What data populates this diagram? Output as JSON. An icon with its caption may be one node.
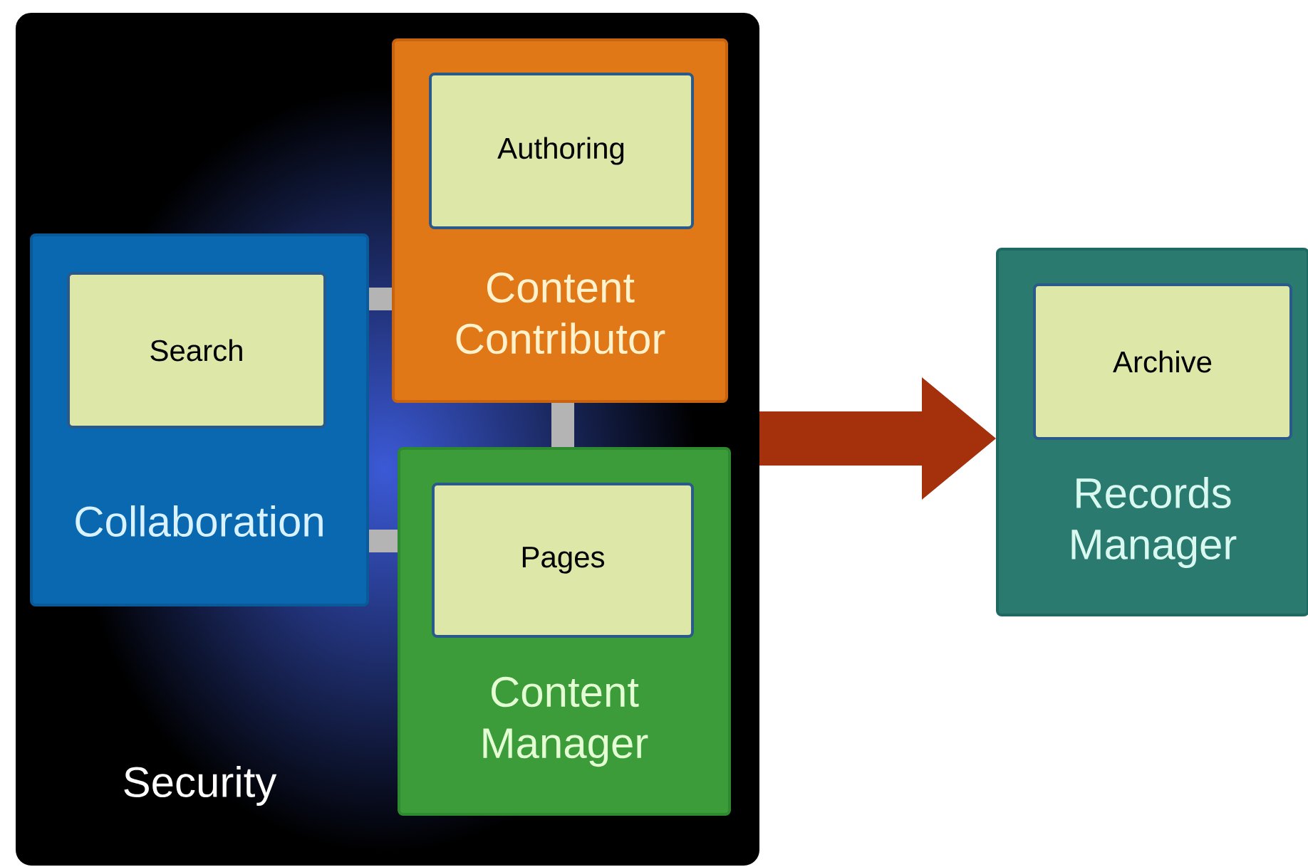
{
  "diagram": {
    "nodes": [
      {
        "text": [
          "Security"
        ]
      },
      {
        "text": [
          "Collaboration"
        ],
        "in": 0
      },
      {
        "text": [
          "Search"
        ],
        "in": 1
      },
      {
        "text": [
          "Content Contributor"
        ],
        "in": 0
      },
      {
        "text": [
          "Authoring"
        ],
        "in": 3
      },
      {
        "text": [
          "Content Manager"
        ],
        "in": 0
      },
      {
        "text": [
          "Pages"
        ],
        "in": 5
      },
      {
        "text": [
          "Records Manager"
        ]
      },
      {
        "text": [
          "Archive"
        ],
        "in": 7
      }
    ],
    "edges": [
      {
        "from": 1,
        "to": 3,
        "arrow": "none"
      },
      {
        "from": 1,
        "to": 5,
        "arrow": "none"
      },
      {
        "from": 3,
        "to": 5,
        "arrow": "none"
      },
      {
        "from": 0,
        "to": 7,
        "arrow": "to",
        "style": "thick",
        "color": "#a5300c"
      }
    ]
  }
}
